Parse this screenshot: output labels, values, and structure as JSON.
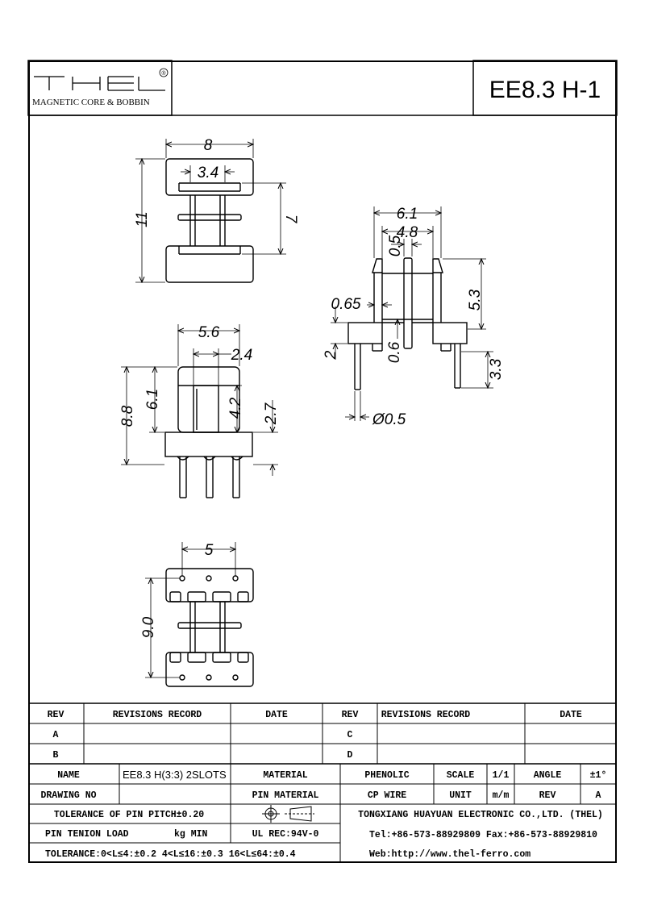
{
  "logo": {
    "wordmark": "THEL",
    "registered": "®",
    "tagline": "MAGNETIC CORE & BOBBIN"
  },
  "part_number": "EE8.3 H-1",
  "dimensions": {
    "top_width": "8",
    "top_inner": "3.4",
    "top_height": "11",
    "top_inner_height": "7",
    "side_width": "6.1",
    "side_inner": "4.8",
    "side_flange": "0.5",
    "side_wall": "0.65",
    "side_height": "5.3",
    "side_base": "2",
    "side_core": "0.6",
    "side_pin": "3.3",
    "side_pin_dia": "Ø0.5",
    "front_width": "5.6",
    "front_window": "2.4",
    "front_height": "8.8",
    "front_inner": "6.1",
    "front_window_h": "4.2",
    "front_base": "2.7",
    "bottom_pitch": "5",
    "bottom_height": "9.0"
  },
  "revisions": {
    "headers": [
      "REV",
      "REVISIONS RECORD",
      "DATE",
      "REV",
      "REVISIONS RECORD",
      "DATE"
    ],
    "rows": [
      [
        "A",
        "",
        "",
        "C",
        "",
        ""
      ],
      [
        "B",
        "",
        "",
        "D",
        "",
        ""
      ]
    ]
  },
  "title_block": {
    "name_label": "NAME",
    "name_value": "EE8.3 H(3:3) 2SLOTS",
    "material_label": "MATERIAL",
    "material_value": "PHENOLIC",
    "scale_label": "SCALE",
    "scale_value": "1/1",
    "angle_label": "ANGLE",
    "angle_value": "±1°",
    "drawing_no_label": "DRAWING NO",
    "pin_material_label": "PIN MATERIAL",
    "pin_material_value": "CP WIRE",
    "unit_label": "UNIT",
    "unit_value": "m/m",
    "rev_label": "REV",
    "rev_value": "A",
    "pitch_tolerance": "TOLERANCE OF PIN PITCH±0.20",
    "company": "TONGXIANG HUAYUAN ELECTRONIC CO.,LTD. (THEL)",
    "pin_load_label": "PIN TENION LOAD",
    "pin_load_unit": "kg MIN",
    "ul": "UL REC:94V-0",
    "tel": "Tel:+86-573-88929809 Fax:+86-573-88929810",
    "tolerance": "TOLERANCE:0<L≤4:±0.2  4<L≤16:±0.3  16<L≤64:±0.4",
    "web": "Web:http://www.thel-ferro.com"
  }
}
